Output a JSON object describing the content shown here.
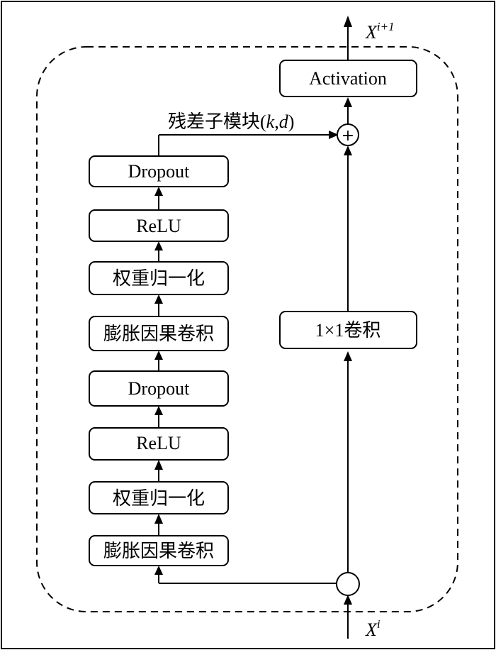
{
  "diagram": {
    "left_blocks": [
      "膨胀因果卷积",
      "权重归一化",
      "ReLU",
      "Dropout",
      "膨胀因果卷积",
      "权重归一化",
      "ReLU",
      "Dropout"
    ],
    "submodule_label": "残差子模块(",
    "submodule_k": "k",
    "submodule_comma": ",",
    "submodule_d": "d",
    "submodule_close": ")",
    "conv_label": "1×1卷积",
    "activation_label": "Activation",
    "add_symbol": "+",
    "input_var": "X",
    "input_sup": "i",
    "output_var": "X",
    "output_sup": "i+1"
  }
}
